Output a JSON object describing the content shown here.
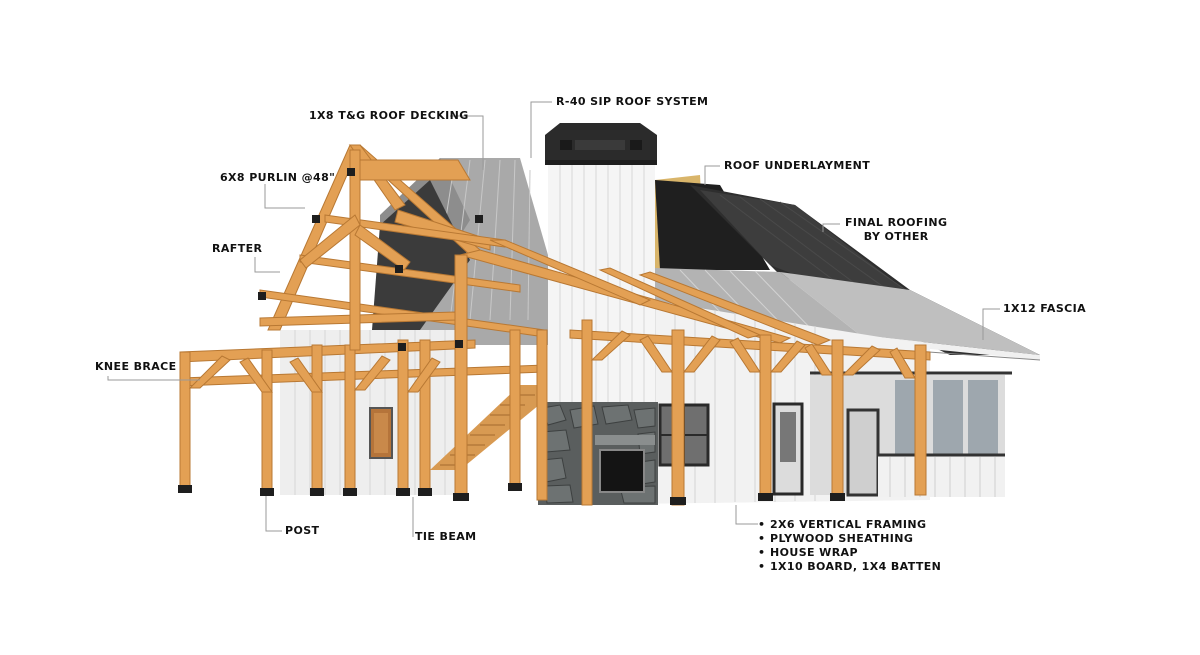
{
  "callouts": {
    "roof_decking": "1X8 T&G ROOF DECKING",
    "sip_roof": "R-40 SIP ROOF SYSTEM",
    "purlin": "6X8 PURLIN @48\"",
    "roof_underlayment": "ROOF UNDERLAYMENT",
    "final_roofing_line1": "FINAL ROOFING",
    "final_roofing_line2": "BY OTHER",
    "rafter": "RAFTER",
    "fascia": "1X12 FASCIA",
    "knee_brace": "KNEE BRACE",
    "post": "POST",
    "tie_beam": "TIE BEAM"
  },
  "wall_spec": [
    "2X6 VERTICAL FRAMING",
    "PLYWOOD SHEATHING",
    "HOUSE WRAP",
    "1X10 BOARD, 1X4 BATTEN"
  ],
  "colors": {
    "timber": "#E3A054",
    "timber_dark": "#B87833",
    "siding": "#F1F1F1",
    "metal_roof": "#ABABAB",
    "dark_roof": "#2C2C2C",
    "stone": "#555A5A",
    "leader": "#9A9A9A"
  }
}
